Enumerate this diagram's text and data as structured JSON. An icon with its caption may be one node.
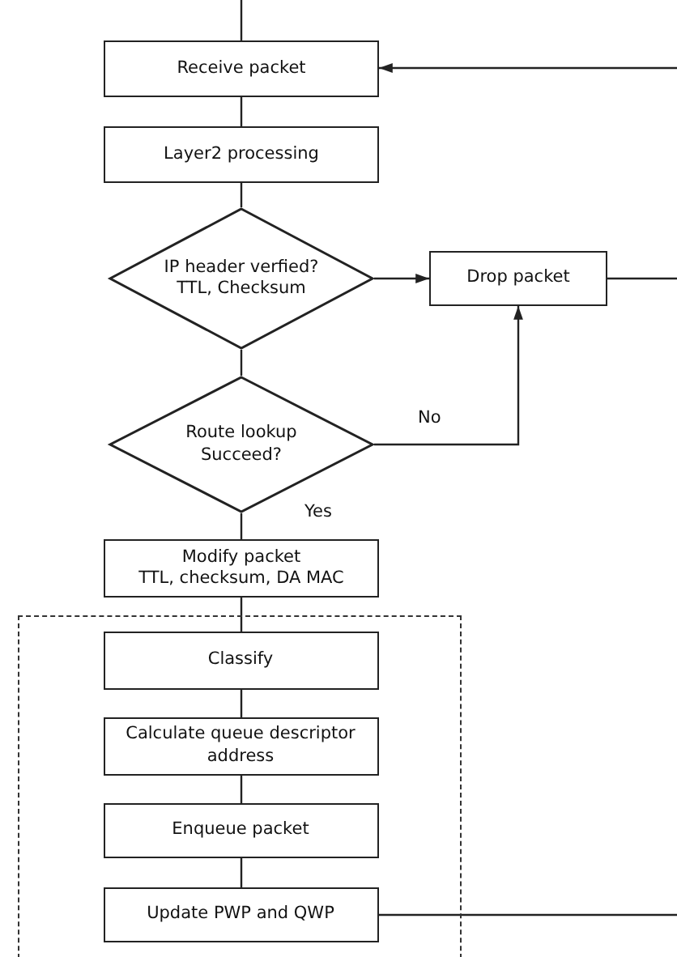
{
  "diagram": {
    "nodes": [
      {
        "text": [
          "Receive packet"
        ]
      },
      {
        "text": [
          "Layer2 processing"
        ]
      },
      {
        "text": [
          "IP header verfied? TTL, Checksum"
        ]
      },
      {
        "text": [
          "Drop packet"
        ]
      },
      {
        "text": [
          "Route lookup Succeed?"
        ]
      },
      {
        "text": [
          "Modify packet",
          "TTL, checksum, DA MAC"
        ]
      },
      {
        "text": [],
        "shape": "box"
      },
      {
        "text": [
          "Classify"
        ],
        "in": 6
      },
      {
        "text": [
          "Calculate queue descriptor address"
        ],
        "in": 6
      },
      {
        "text": [
          "Enqueue packet"
        ],
        "in": 6
      },
      {
        "text": [
          "Update PWP and QWP"
        ],
        "in": 6
      }
    ],
    "edges": [
      {
        "from": null,
        "to": 0,
        "arrow": "none"
      },
      {
        "from": null,
        "to": 0,
        "arrow": "to"
      },
      {
        "from": 0,
        "to": 1,
        "arrow": "none"
      },
      {
        "from": 1,
        "to": 2,
        "arrow": "none"
      },
      {
        "from": 2,
        "to": 3,
        "arrow": "to"
      },
      {
        "from": 3,
        "to": null,
        "arrow": "none"
      },
      {
        "from": 2,
        "to": 4,
        "arrow": "none"
      },
      {
        "from": 4,
        "to": 3,
        "label": "No",
        "arrow": "to"
      },
      {
        "from": 4,
        "to": 5,
        "label": "Yes",
        "arrow": "none"
      },
      {
        "from": 5,
        "to": 7,
        "arrow": "none"
      },
      {
        "from": 7,
        "to": 8,
        "arrow": "none"
      },
      {
        "from": 8,
        "to": 9,
        "arrow": "none"
      },
      {
        "from": 9,
        "to": 10,
        "arrow": "none"
      },
      {
        "from": 10,
        "to": null,
        "arrow": "none"
      }
    ]
  }
}
